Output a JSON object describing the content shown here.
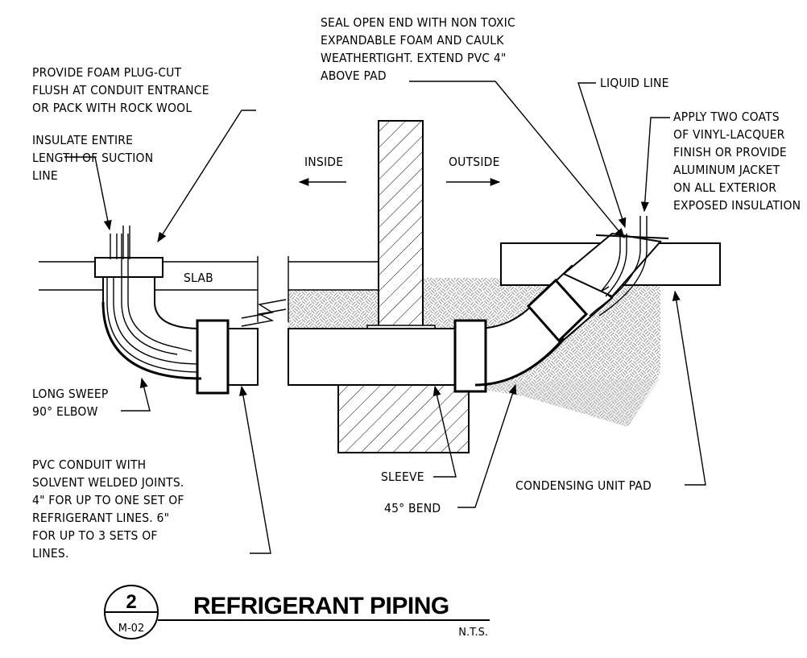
{
  "title": "REFRIGERANT PIPING",
  "scale_note": "N.T.S.",
  "detail_number": "2",
  "sheet_number": "M-02",
  "labels": {
    "foam_plug": [
      "PROVIDE FOAM PLUG-CUT",
      "FLUSH AT CONDUIT ENTRANCE",
      "OR PACK WITH ROCK WOOL"
    ],
    "insulate": [
      "INSULATE ENTIRE",
      "LENGTH OF SUCTION",
      "LINE"
    ],
    "seal": [
      "SEAL OPEN END WITH NON TOXIC",
      "EXPANDABLE FOAM AND CAULK",
      "WEATHERTIGHT.  EXTEND PVC 4\"",
      "ABOVE PAD"
    ],
    "liquid_line": "LIQUID LINE",
    "vinyl": [
      "APPLY TWO COATS",
      "OF VINYL-LACQUER",
      "FINISH OR PROVIDE",
      "ALUMINUM JACKET",
      "ON ALL EXTERIOR",
      "EXPOSED INSULATION"
    ],
    "inside": "INSIDE",
    "outside": "OUTSIDE",
    "slab": "SLAB",
    "elbow": [
      "LONG SWEEP",
      "90° ELBOW"
    ],
    "pvc": [
      "PVC CONDUIT WITH",
      "SOLVENT WELDED JOINTS.",
      "4\" FOR UP TO ONE SET OF",
      "REFRIGERANT LINES.  6\"",
      "FOR UP TO 3 SETS OF",
      "LINES."
    ],
    "sleeve": "SLEEVE",
    "bend": "45° BEND",
    "pad": "CONDENSING UNIT PAD"
  }
}
